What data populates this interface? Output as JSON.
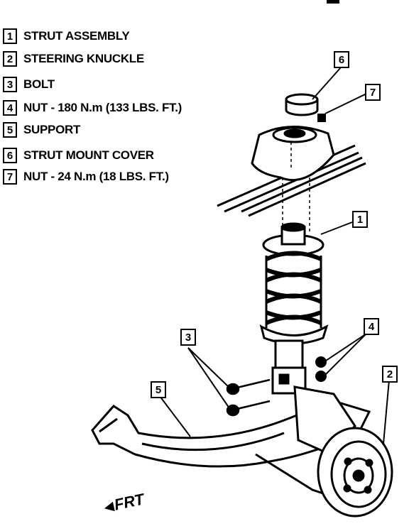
{
  "legend": [
    {
      "num": "1",
      "text": "STRUT ASSEMBLY"
    },
    {
      "num": "2",
      "text": "STEERING KNUCKLE"
    },
    {
      "num": "3",
      "text": "BOLT"
    },
    {
      "num": "4",
      "text": "NUT - 180 N.m (133 LBS. FT.)"
    },
    {
      "num": "5",
      "text": "SUPPORT"
    },
    {
      "num": "6",
      "text": "STRUT MOUNT COVER"
    },
    {
      "num": "7",
      "text": "NUT - 24 N.m (18 LBS. FT.)"
    }
  ],
  "callouts": [
    "6",
    "7",
    "1",
    "3",
    "4",
    "2",
    "5"
  ],
  "direction_label": "FRT",
  "direction_arrow": "◀"
}
